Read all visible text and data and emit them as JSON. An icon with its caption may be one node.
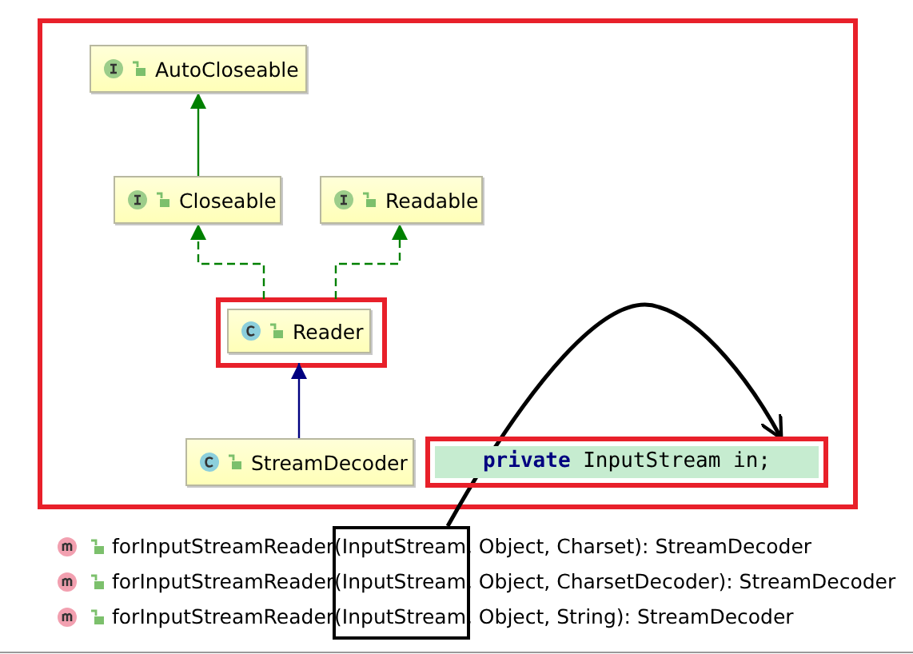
{
  "diagram": {
    "nodes": [
      {
        "text": [
          "AutoCloseable"
        ]
      },
      {
        "text": [
          "Closeable"
        ]
      },
      {
        "text": [
          "Readable"
        ]
      },
      {
        "text": [
          "Reader"
        ]
      },
      {
        "text": [
          "StreamDecoder"
        ]
      },
      {
        "text": [
          "**private** InputStream in;"
        ]
      },
      {
        "text": [],
        "shape": "box"
      }
    ],
    "edges": [
      {
        "from": 1,
        "to": 0,
        "arrow": "to"
      },
      {
        "from": 3,
        "to": 1,
        "arrow": "to",
        "style": "dashed"
      },
      {
        "from": 3,
        "to": 2,
        "arrow": "to",
        "style": "dashed"
      },
      {
        "from": 4,
        "to": 3,
        "arrow": "to",
        "color": "#000080"
      },
      {
        "from": 6,
        "to": 5,
        "arrow": "to",
        "color": "#000000"
      }
    ],
    "labels": [
      "forInputStreamReader(InputStream, Object, Charset): StreamDecoder",
      "forInputStreamReader(InputStream, Object, CharsetDecoder): StreamDecoder",
      "forInputStreamReader(InputStream, Object, String): StreamDecoder"
    ]
  }
}
